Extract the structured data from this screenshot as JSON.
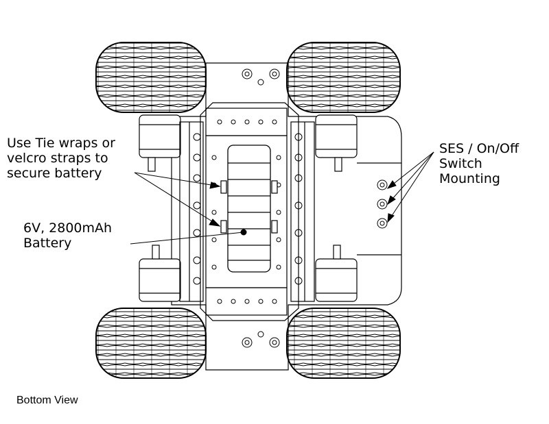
{
  "annotations": {
    "tie_wraps": [
      "Use Tie wraps or",
      "velcro straps to",
      "secure battery"
    ],
    "battery": [
      "6V, 2800mAh",
      "Battery"
    ],
    "switch_mount": [
      "SES / On/Off",
      "Switch",
      "Mounting"
    ]
  },
  "caption": "Bottom View"
}
